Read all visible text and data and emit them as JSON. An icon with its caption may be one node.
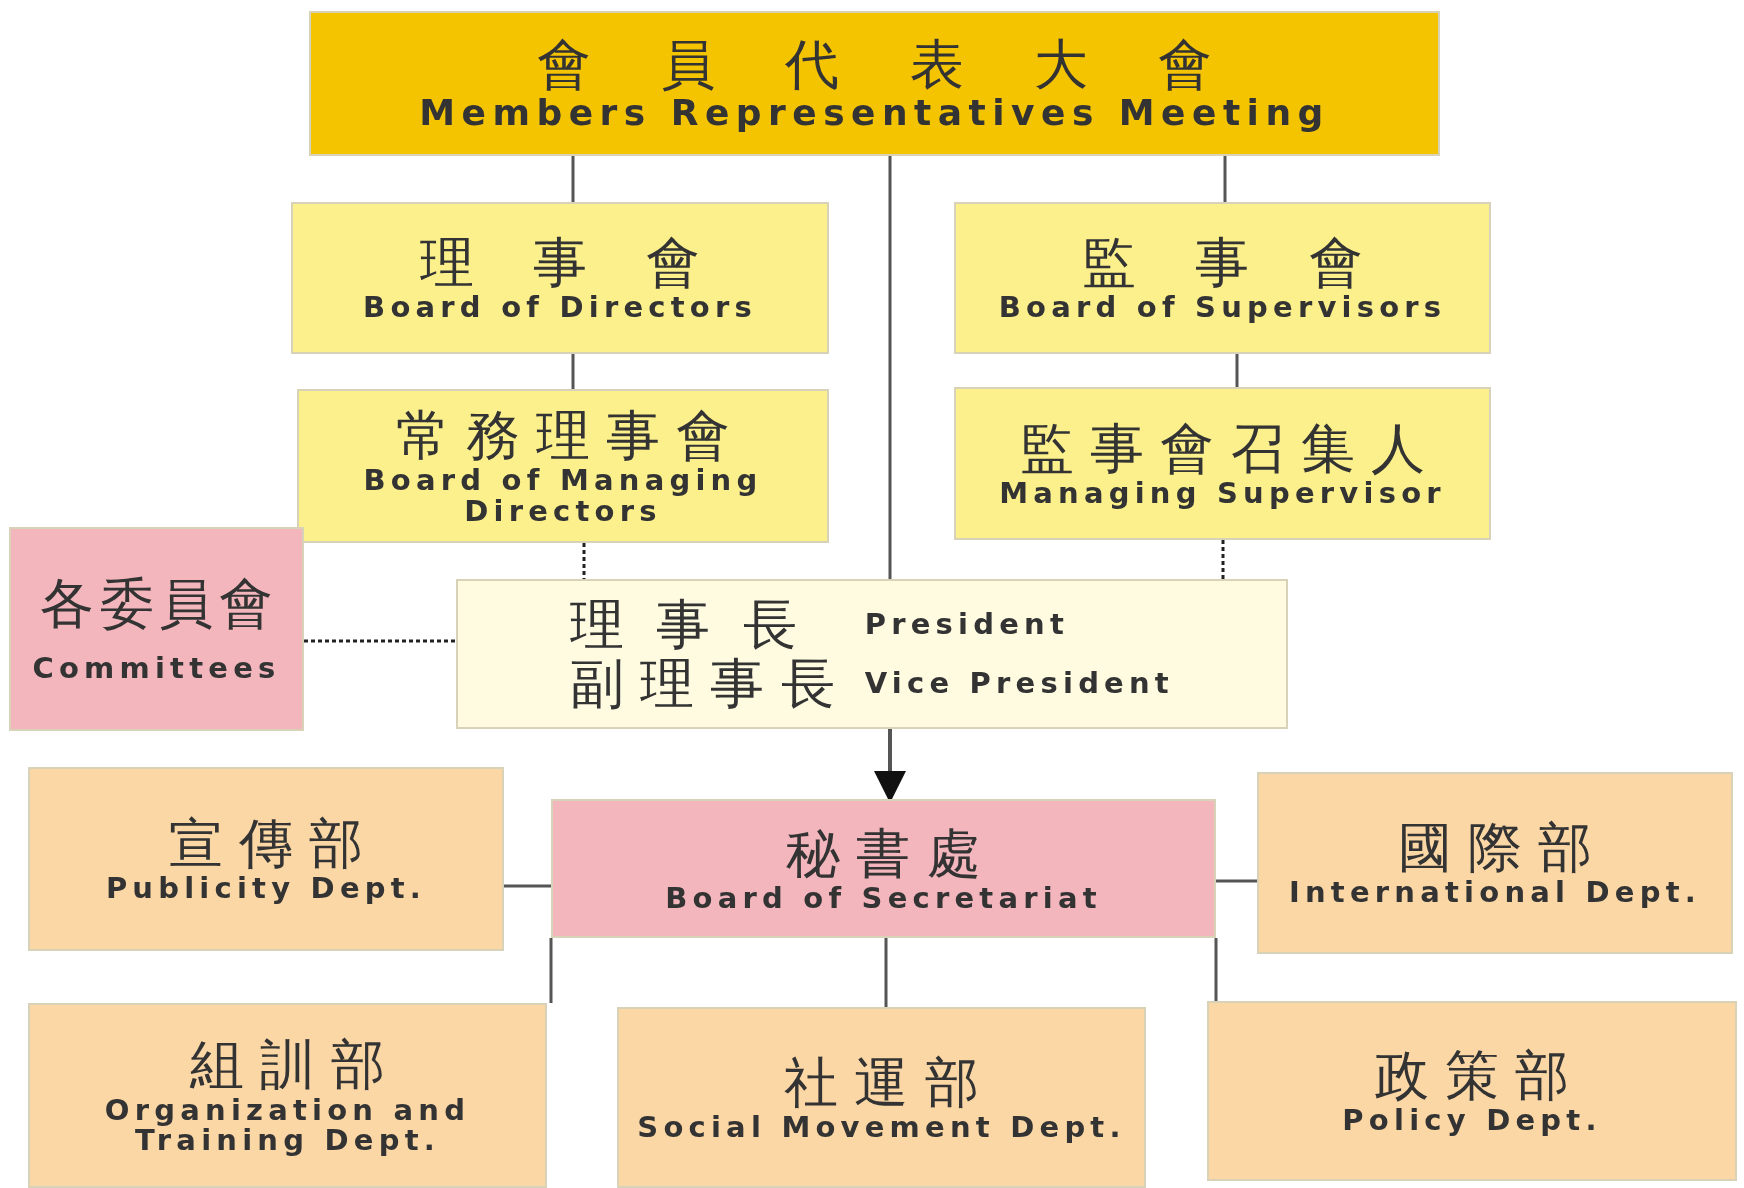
{
  "diagram": {
    "nodes": [
      {
        "text": [
          "會員代表大會",
          "Members Representatives Meeting"
        ]
      },
      {
        "text": [
          "理事會",
          "Board of Directors"
        ]
      },
      {
        "text": [
          "監事會",
          "Board of Supervisors"
        ]
      },
      {
        "text": [
          "常務理事會",
          "Board of Managing Directors"
        ]
      },
      {
        "text": [
          "監事會召集人",
          "Managing Supervisor"
        ]
      },
      {
        "text": [
          "各委員會",
          "Committees"
        ]
      },
      {
        "text": [
          "理事長",
          "President",
          "副理事長",
          "Vice President"
        ]
      },
      {
        "text": [
          "宣傳部",
          "Publicity Dept."
        ]
      },
      {
        "text": [
          "秘書處",
          "Board of Secretariat"
        ]
      },
      {
        "text": [
          "國際部",
          "International Dept."
        ]
      },
      {
        "text": [
          "組訓部",
          "Organization and Training Dept."
        ]
      },
      {
        "text": [
          "社運部",
          "Social Movement Dept."
        ]
      },
      {
        "text": [
          "政策部",
          "Policy Dept."
        ]
      }
    ],
    "edges": [
      {
        "from": 0,
        "to": 1,
        "arrow": "none"
      },
      {
        "from": 0,
        "to": 2,
        "arrow": "none"
      },
      {
        "from": 0,
        "to": 6,
        "arrow": "none"
      },
      {
        "from": 1,
        "to": 3,
        "arrow": "none"
      },
      {
        "from": 2,
        "to": 4,
        "arrow": "none"
      },
      {
        "from": 3,
        "to": 6,
        "arrow": "none",
        "style": "dashed"
      },
      {
        "from": 4,
        "to": 6,
        "arrow": "none",
        "style": "dashed"
      },
      {
        "from": 5,
        "to": 6,
        "arrow": "none",
        "style": "dashed"
      },
      {
        "from": 6,
        "to": 8,
        "arrow": "to"
      },
      {
        "from": 8,
        "to": 7,
        "arrow": "none"
      },
      {
        "from": 8,
        "to": 9,
        "arrow": "none"
      },
      {
        "from": 8,
        "to": 10,
        "arrow": "none"
      },
      {
        "from": 8,
        "to": 11,
        "arrow": "none"
      },
      {
        "from": 8,
        "to": 12,
        "arrow": "none"
      }
    ]
  }
}
